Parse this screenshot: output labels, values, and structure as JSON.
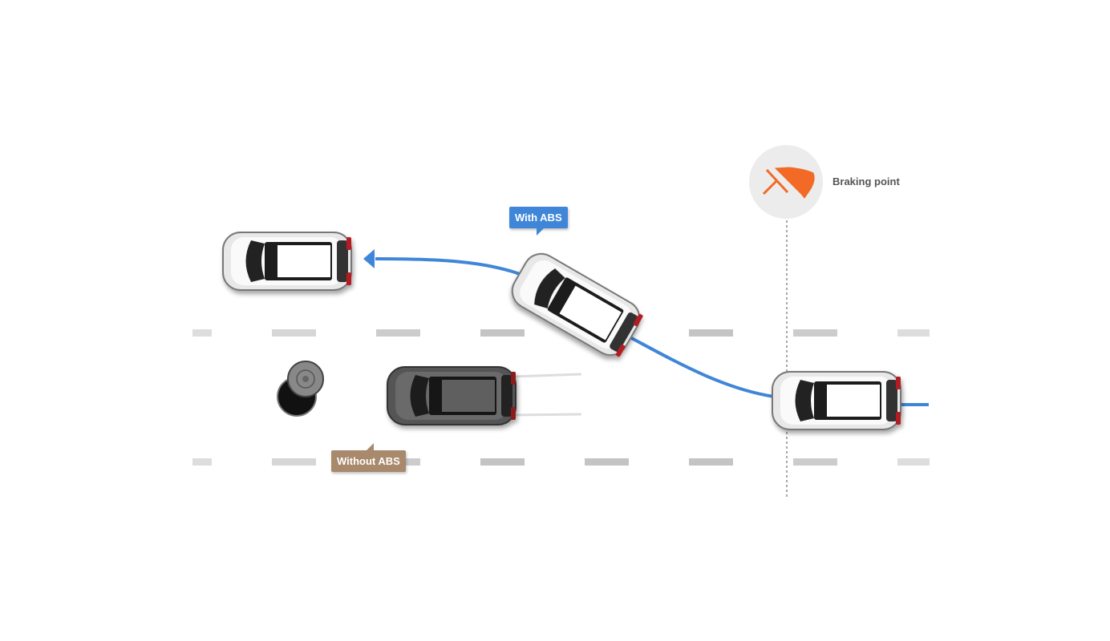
{
  "labels": {
    "with_abs": "With ABS",
    "without_abs": "Without ABS",
    "braking_point": "Braking point"
  },
  "icons": {
    "braking": "foot-on-pedal-icon"
  },
  "colors": {
    "with_abs": "#3f86d8",
    "without_abs": "#a8896b",
    "brake_icon": "#f26a25",
    "icon_circle": "#ececec"
  }
}
